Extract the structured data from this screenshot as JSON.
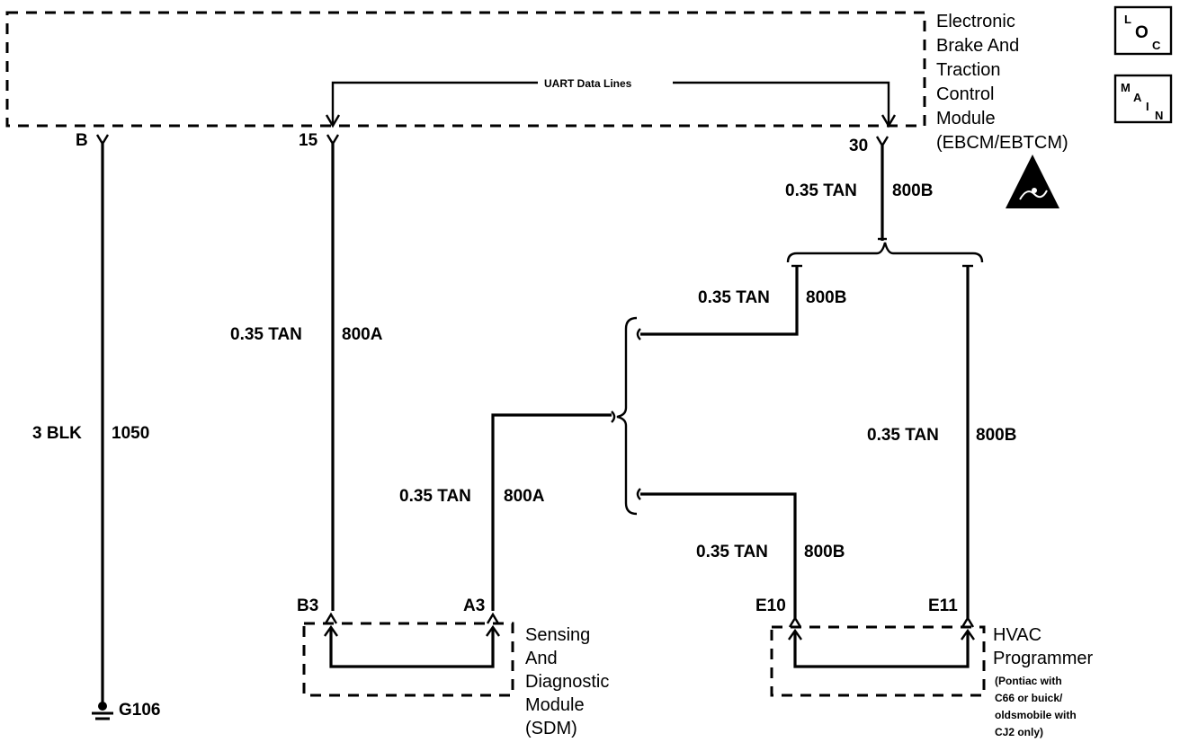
{
  "ebcm": {
    "title_lines": [
      "Electronic",
      "Brake And",
      "Traction",
      "Control",
      "Module",
      "(EBCM/EBTCM)"
    ],
    "uart_label": "UART Data Lines",
    "pins": {
      "b": "B",
      "p15": "15",
      "p30": "30"
    }
  },
  "badges": {
    "loc": {
      "l": "L",
      "o": "O",
      "c": "C"
    },
    "main": {
      "m": "M",
      "a": "A",
      "i": "I",
      "n": "N"
    }
  },
  "wires": {
    "ground_gauge": "3 BLK",
    "ground_circuit": "1050",
    "w800a_upper_gauge": "0.35 TAN",
    "w800a_upper_circuit": "800A",
    "w800a_lower_gauge": "0.35 TAN",
    "w800a_lower_circuit": "800A",
    "w800b_top_gauge": "0.35 TAN",
    "w800b_top_circuit": "800B",
    "w800b_mid_gauge": "0.35 TAN",
    "w800b_mid_circuit": "800B",
    "w800b_right_gauge": "0.35 TAN",
    "w800b_right_circuit": "800B",
    "w800b_low_gauge": "0.35 TAN",
    "w800b_low_circuit": "800B"
  },
  "ground": {
    "label": "G106"
  },
  "sdm": {
    "pins": {
      "b3": "B3",
      "a3": "A3"
    },
    "title_lines": [
      "Sensing",
      "And",
      "Diagnostic",
      "Module",
      "(SDM)"
    ]
  },
  "hvac": {
    "pins": {
      "e10": "E10",
      "e11": "E11"
    },
    "title_lines": [
      "HVAC",
      "Programmer"
    ],
    "note_lines": [
      "(Pontiac with",
      "C66 or buick/",
      "oldsmobile with",
      "CJ2 only)"
    ]
  }
}
